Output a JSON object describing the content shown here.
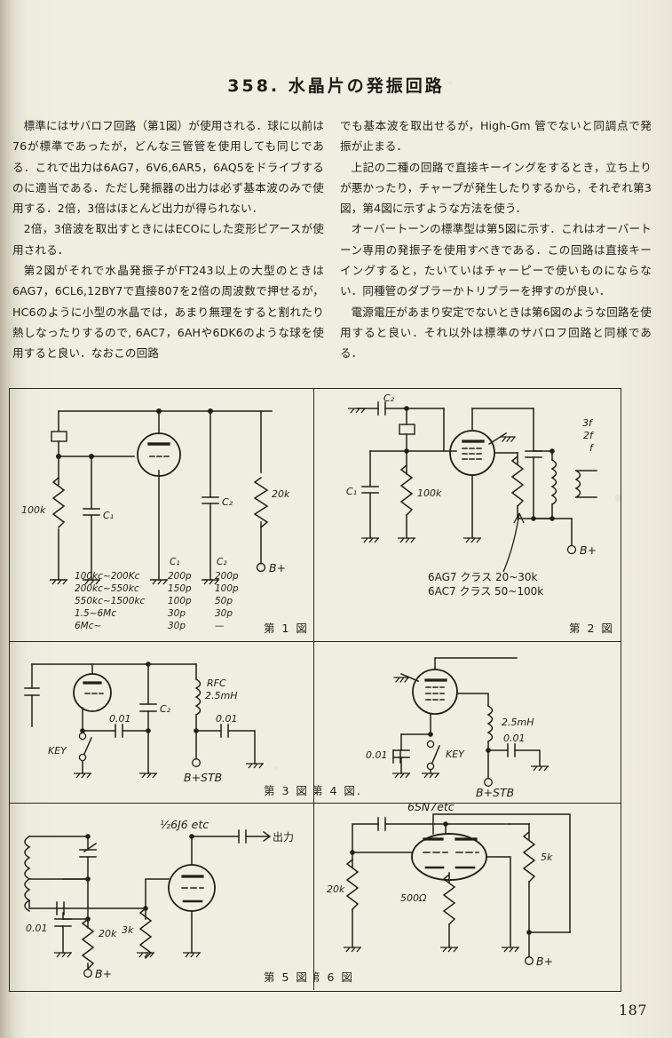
{
  "document": {
    "section_title": "358. 水晶片の発振回路",
    "page_number": "187"
  },
  "body": {
    "left_column": [
      "標準にはサバロフ回路（第1図）が使用される．球に以前は76が標準であったが，どんな三管管を使用しても同じである．これで出力は6AG7，6V6,6AR5，6AQ5をドライブするのに適当である．ただし発振器の出力は必ず基本波のみで使用する．2倍，3倍はほとんど出力が得られない．",
      "2倍，3倍波を取出すときにはECOにした変形ピアースが使用される．",
      "第2図がそれで水晶発振子がFT243以上の大型のときは6AG7，6CL6,12BY7で直接807を2倍の周波数で押せるが，HC6のように小型の水晶では，あまり無理をすると割れたり熱しなったりするので, 6AC7，6AHや6DK6のような球を使用すると良い．なおこの回路"
    ],
    "right_column": [
      "でも基本波を取出せるが，High-Gm 管でないと同調点で発振が止まる．",
      "上記の二種の回路で直接キーイングをするとき，立ち上りが悪かったり，チャープが発生したりするから，それぞれ第3図，第4図に示すような方法を使う．",
      "オーバートーンの標準型は第5図に示す．これはオーバートーン専用の発振子を使用すべきである．この回路は直接キーイングすると，たいていはチャーピーで使いものにならない．同種管のダブラーかトリプラーを押すのが良い．",
      "電源電圧があまり安定でないときは第6図のような回路を使用すると良い．それ以外は標準のサバロフ回路と同様である．"
    ]
  },
  "figures": {
    "fig1": {
      "caption": "第 1 図",
      "labels": {
        "r_grid": "100k",
        "c1": "C₁",
        "c2": "C₂",
        "r_plate": "20k",
        "supply": "B+"
      },
      "table": {
        "headers": [
          "",
          "C₁",
          "C₂"
        ],
        "rows": [
          [
            "100kc~200Kc",
            "200p",
            "200p"
          ],
          [
            "200kc~550kc",
            "150p",
            "100p"
          ],
          [
            "550kc~1500kc",
            "100p",
            "50p"
          ],
          [
            "1.5~6Mc",
            "30p",
            "30p"
          ],
          [
            "6Mc~",
            "30p",
            "—"
          ]
        ]
      }
    },
    "fig2": {
      "caption": "第 2 図",
      "labels": {
        "c1": "C₁",
        "c2": "C₂",
        "r_grid": "100k",
        "harmonics": [
          "3f",
          "2f",
          "f"
        ],
        "supply": "B+"
      },
      "notes": [
        "6AG7 クラス 20~30k",
        "6AC7 クラス 50~100k"
      ]
    },
    "fig3": {
      "caption": "第 3 図",
      "labels": {
        "c2": "C₂",
        "rfc": "RFC",
        "rfc_value": "2.5mH",
        "cap_a": "0.01",
        "cap_b": "0.01",
        "key": "KEY",
        "supply": "B+STB"
      }
    },
    "fig4": {
      "caption": "第 4 図.",
      "labels": {
        "cap_a": "0.01",
        "key": "KEY",
        "choke": "2.5mH",
        "cap_b": "0.01",
        "supply": "B+STB"
      }
    },
    "fig5": {
      "caption": "第 5 図",
      "labels": {
        "tube": "½6J6 etc",
        "output": "出力",
        "cap": "0.01",
        "r_plate": "20k",
        "r_cathode": "3k",
        "supply": "B+"
      }
    },
    "fig6": {
      "caption": "第 6 図",
      "labels": {
        "tube": "6SN7etc",
        "r_grid": "20k",
        "r_cathode": "500Ω",
        "r_plate": "5k",
        "supply": "B+"
      }
    }
  }
}
